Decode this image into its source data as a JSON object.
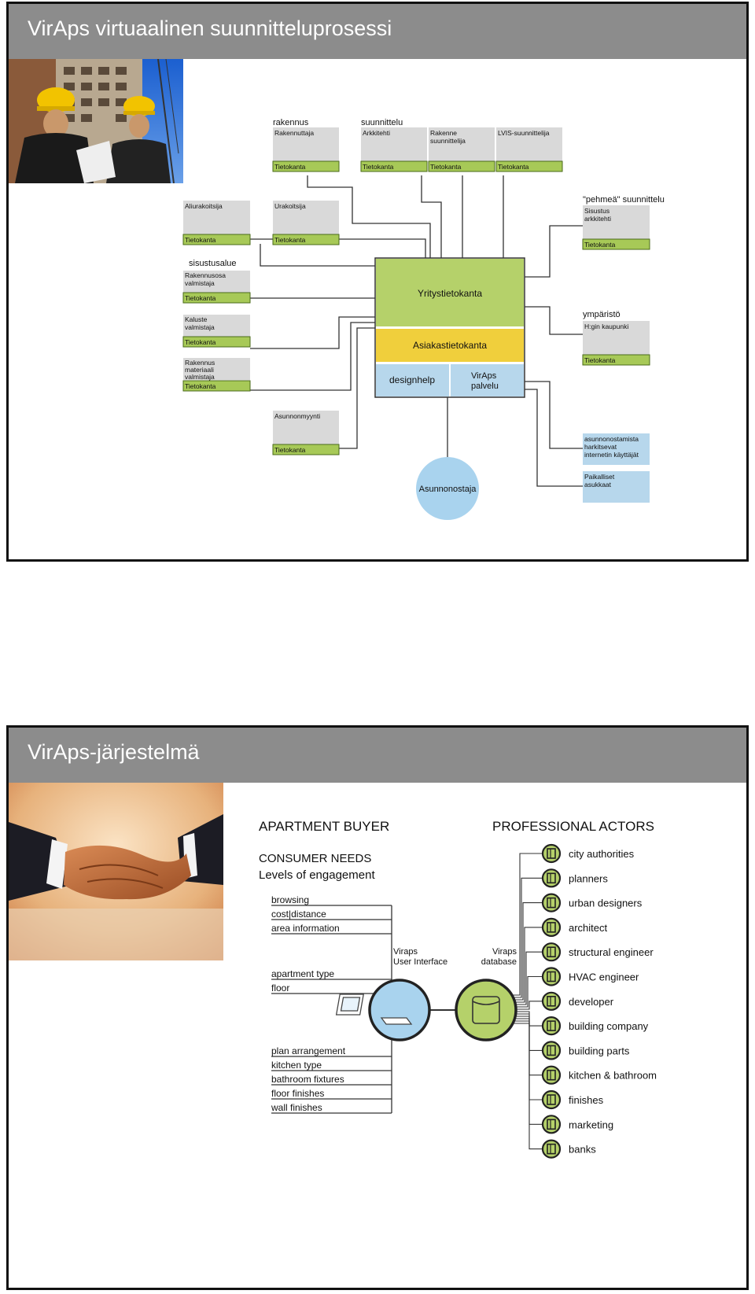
{
  "slide1": {
    "title": "VirAps virtuaalinen suunnitteluprosessi",
    "photo_label": "construction-workers-photo",
    "groups": {
      "rakennus": "rakennus",
      "suunnittelu": "suunnittelu",
      "pehmea": "\"pehmeä\" suunnittelu",
      "sisustusalue": "sisustusalue",
      "ymparisto": "ympäristö"
    },
    "boxes": {
      "rakennuttaja": "Rakennuttaja",
      "arkkitehti": "Arkkitehti",
      "rakenne_1": "Rakenne",
      "rakenne_2": "suunnittelija",
      "lvis": "LVIS-suunnittelija",
      "aliurakoitsija": "Aliurakoitsija",
      "urakoitsija": "Urakoitsija",
      "sisustus_1": "Sisustus",
      "sisustus_2": "arkkitehti",
      "rakennusosa_1": "Rakennusosa",
      "rakennusosa_2": "valmistaja",
      "kaluste_1": "Kaluste",
      "kaluste_2": "valmistaja",
      "materiaali_1": "Rakennus",
      "materiaali_2": "materiaali",
      "materiaali_3": "valmistaja",
      "hgin": "H:gin kaupunki",
      "asunnonmyynti": "Asunnonmyynti",
      "internet_1": "asunnonostamista",
      "internet_2": "harkitsevat",
      "internet_3": "internetin käyttäjät",
      "paikalliset_1": "Paikalliset",
      "paikalliset_2": "asukkaat"
    },
    "tietokanta": "Tietokanta",
    "center": {
      "yritys": "Yritystietokanta",
      "asiakas": "Asiakastietokanta",
      "designhelp": "designhelp",
      "virap_1": "VirAps",
      "virap_2": "palvelu"
    },
    "asunnonostaja": "Asunnonostaja",
    "colors": {
      "gray": "#d9d9d9",
      "green": "#a7c957",
      "center_green": "#b5d16a",
      "yellow": "#f0cf3c",
      "blue": "#b7d7ec",
      "circle": "#a9d3ee"
    }
  },
  "slide2": {
    "title": "VirAps-järjestelmä",
    "photo_label": "handshake-photo",
    "apartment_buyer": "APARTMENT BUYER",
    "consumer_needs": "CONSUMER NEEDS",
    "levels": "Levels of engagement",
    "professional_actors": "PROFESSIONAL ACTORS",
    "ui_label_1": "Viraps",
    "ui_label_2": "User Interface",
    "db_label_1": "Viraps",
    "db_label_2": "database",
    "needs_group1": [
      "browsing",
      "cost|distance",
      "area information"
    ],
    "needs_group2": [
      "apartment type",
      "floor"
    ],
    "needs_group3": [
      "plan arrangement",
      "kitchen type",
      "bathroom fixtures",
      "floor finishes",
      "wall finishes"
    ],
    "actors": [
      "city authorities",
      "planners",
      "urban designers",
      "architect",
      "structural engineer",
      "HVAC engineer",
      "developer",
      "building company",
      "building parts",
      "kitchen & bathroom",
      "finishes",
      "marketing",
      "banks"
    ],
    "colors": {
      "ui_circle": "#a9d3ee",
      "db_circle": "#b5d16a",
      "actor_icon": "#b5d16a"
    }
  }
}
